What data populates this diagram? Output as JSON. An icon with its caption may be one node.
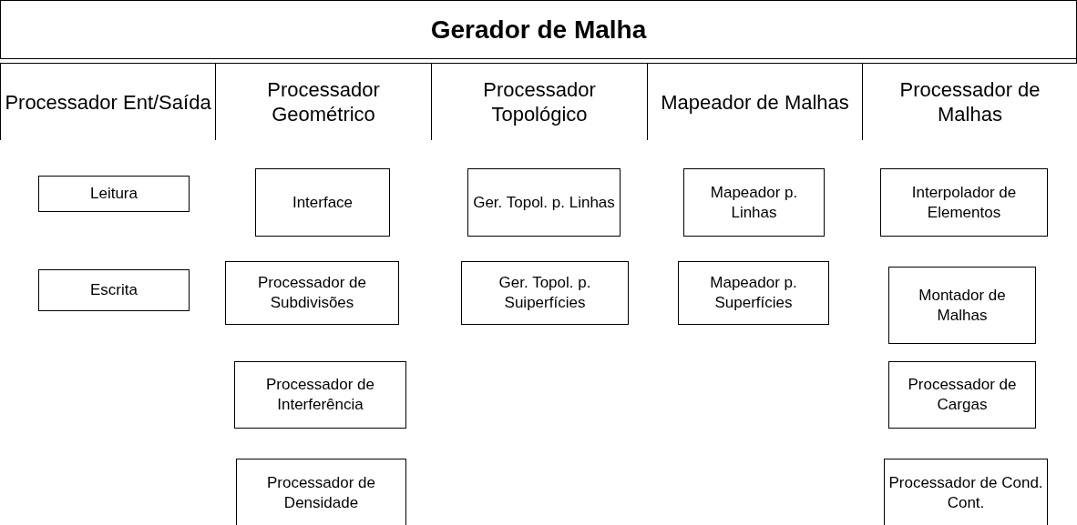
{
  "diagram": {
    "nodes": [
      {
        "text": [
          "Gerador de Malha"
        ]
      },
      {
        "text": [
          "Processador Ent/Saída"
        ]
      },
      {
        "text": [
          "Processador Geométrico"
        ]
      },
      {
        "text": [
          "Processador Topológico"
        ]
      },
      {
        "text": [
          "Mapeador de Malhas"
        ]
      },
      {
        "text": [
          "Processador de Malhas"
        ]
      },
      {
        "text": [
          "Leitura"
        ]
      },
      {
        "text": [
          "Interface"
        ]
      },
      {
        "text": [
          "Ger. Topol. p. Linhas"
        ]
      },
      {
        "text": [
          "Mapeador p. Linhas"
        ]
      },
      {
        "text": [
          "Interpolador de Elementos"
        ]
      },
      {
        "text": [
          "Escrita"
        ]
      },
      {
        "text": [
          "Processador de Subdivisões"
        ]
      },
      {
        "text": [
          "Ger. Topol. p. Suiperfícies"
        ]
      },
      {
        "text": [
          "Mapeador p. Superfícies"
        ]
      },
      {
        "text": [
          "Montador de Malhas"
        ]
      },
      {
        "text": [
          "Processador de Interferência"
        ]
      },
      {
        "text": [
          "Processador de Cargas"
        ]
      },
      {
        "text": [
          "Processador de Densidade"
        ]
      },
      {
        "text": [
          "Processador de Cond. Cont."
        ]
      }
    ],
    "edges": []
  }
}
